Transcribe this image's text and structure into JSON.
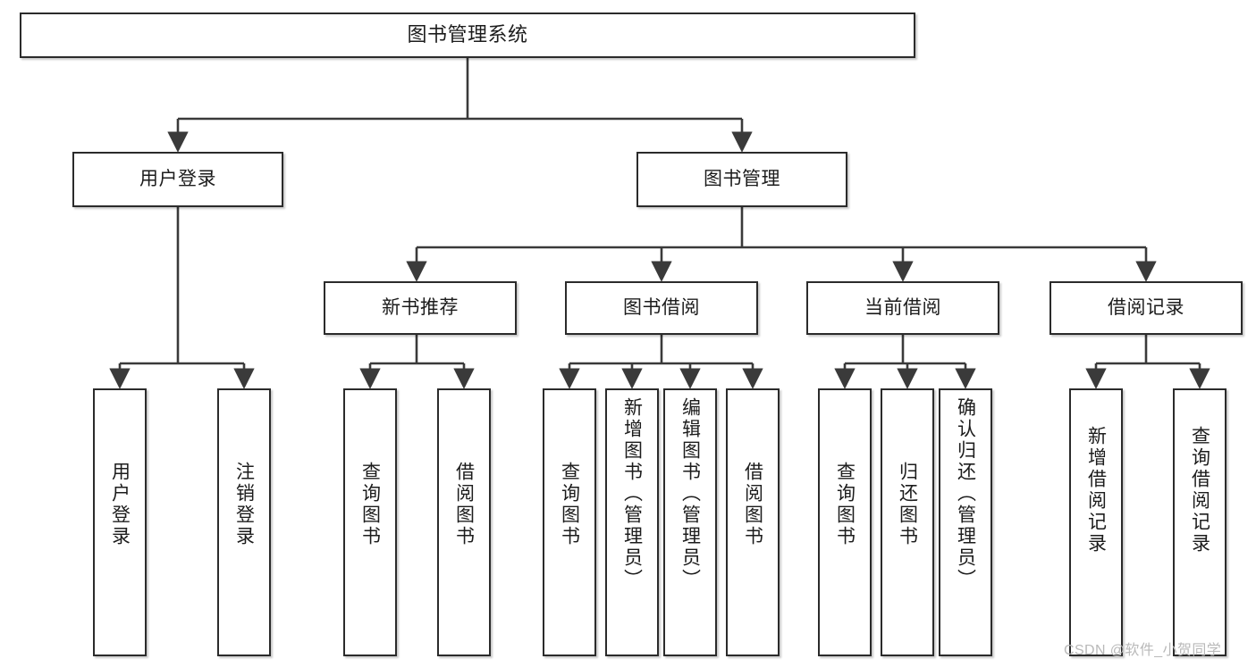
{
  "diagram": {
    "title": "图书管理系统",
    "type": "function-structure-tree",
    "watermark": "CSDN @软件_小贺同学",
    "colors": {
      "box_border": "#2b2b2b",
      "box_fill": "#ffffff",
      "edge": "#3a3a3a",
      "text": "#1c1c1c",
      "watermark": "#b9b9b9",
      "background": "#ffffff"
    },
    "levels": {
      "level1": [
        "图书管理系统"
      ],
      "level2": [
        "用户登录",
        "图书管理"
      ],
      "level3": [
        "新书推荐",
        "图书借阅",
        "当前借阅",
        "借阅记录"
      ],
      "level4": [
        "用户登录",
        "注销登录",
        "查询图书",
        "借阅图书",
        "查询图书",
        "新增图书（管理员）",
        "编辑图书（管理员）",
        "借阅图书",
        "查询图书",
        "归还图书",
        "确认归还（管理员）",
        "新增借阅记录",
        "查询借阅记录"
      ]
    },
    "nodes": {
      "root": {
        "label": "图书管理系统"
      },
      "user_login": {
        "label": "用户登录"
      },
      "book_manage": {
        "label": "图书管理"
      },
      "new_book_rec": {
        "label": "新书推荐"
      },
      "book_borrow": {
        "label": "图书借阅"
      },
      "current_borrow": {
        "label": "当前借阅"
      },
      "borrow_record": {
        "label": "借阅记录"
      },
      "leaf_user_login": {
        "label": "用户登录"
      },
      "leaf_logout": {
        "label": "注销登录"
      },
      "leaf_query_book_1": {
        "label": "查询图书"
      },
      "leaf_borrow_book_1": {
        "label": "借阅图书"
      },
      "leaf_query_book_2": {
        "label": "查询图书"
      },
      "leaf_add_book": {
        "label": "新增图书（管理员）"
      },
      "leaf_edit_book": {
        "label": "编辑图书（管理员）"
      },
      "leaf_borrow_book_2": {
        "label": "借阅图书"
      },
      "leaf_query_book_3": {
        "label": "查询图书"
      },
      "leaf_return_book": {
        "label": "归还图书"
      },
      "leaf_confirm_return": {
        "label": "确认归还（管理员）"
      },
      "leaf_add_record": {
        "label": "新增借阅记录"
      },
      "leaf_query_record": {
        "label": "查询借阅记录"
      }
    },
    "edges": [
      {
        "from": "root",
        "to": "user_login"
      },
      {
        "from": "root",
        "to": "book_manage"
      },
      {
        "from": "user_login",
        "to": "leaf_user_login"
      },
      {
        "from": "user_login",
        "to": "leaf_logout"
      },
      {
        "from": "book_manage",
        "to": "new_book_rec"
      },
      {
        "from": "book_manage",
        "to": "book_borrow"
      },
      {
        "from": "book_manage",
        "to": "current_borrow"
      },
      {
        "from": "book_manage",
        "to": "borrow_record"
      },
      {
        "from": "new_book_rec",
        "to": "leaf_query_book_1"
      },
      {
        "from": "new_book_rec",
        "to": "leaf_borrow_book_1"
      },
      {
        "from": "book_borrow",
        "to": "leaf_query_book_2"
      },
      {
        "from": "book_borrow",
        "to": "leaf_add_book"
      },
      {
        "from": "book_borrow",
        "to": "leaf_edit_book"
      },
      {
        "from": "book_borrow",
        "to": "leaf_borrow_book_2"
      },
      {
        "from": "current_borrow",
        "to": "leaf_query_book_3"
      },
      {
        "from": "current_borrow",
        "to": "leaf_return_book"
      },
      {
        "from": "current_borrow",
        "to": "leaf_confirm_return"
      },
      {
        "from": "borrow_record",
        "to": "leaf_add_record"
      },
      {
        "from": "borrow_record",
        "to": "leaf_query_record"
      }
    ]
  }
}
